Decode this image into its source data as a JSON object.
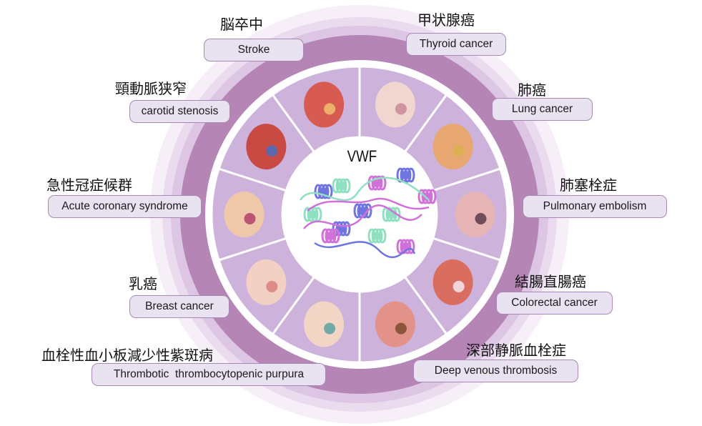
{
  "center": {
    "title": "VWF",
    "image": "protein-ribbon-structure"
  },
  "colors": {
    "ring_faint": "#f7eff8",
    "ring_light": "#eadbef",
    "ring_mid": "#dcc6e3",
    "ring_dark": "#b585b5",
    "wedge_fill": "#cdb2db",
    "label_bg": "#e8e2f1",
    "label_border": "#a889b5"
  },
  "diseases": [
    {
      "id": "stroke",
      "jp": "脳卒中",
      "en": "Stroke",
      "icon": "brain-icon"
    },
    {
      "id": "thyroid",
      "jp": "甲状腺癌",
      "en": "Thyroid cancer",
      "icon": "thyroid-icon"
    },
    {
      "id": "lung",
      "jp": "肺癌",
      "en": "Lung cancer",
      "icon": "lungs-icon"
    },
    {
      "id": "pe",
      "jp": "肺塞栓症",
      "en": "Pulmonary embolism",
      "icon": "pulmonary-artery-icon"
    },
    {
      "id": "colorectal",
      "jp": "結腸直腸癌",
      "en": "Colorectal cancer",
      "icon": "colon-icon"
    },
    {
      "id": "dvt",
      "jp": "深部静脈血栓症",
      "en": "Deep venous thrombosis",
      "icon": "leg-veins-icon"
    },
    {
      "id": "ttp",
      "jp": "血栓性血小板減少性紫斑病",
      "en": "Thrombotic  thrombocytopenic purpura",
      "icon": "skin-purpura-icon"
    },
    {
      "id": "breast",
      "jp": "乳癌",
      "en": "Breast cancer",
      "icon": "breast-icon"
    },
    {
      "id": "acs",
      "jp": "急性冠症候群",
      "en": "Acute coronary syndrome",
      "icon": "heart-icon"
    },
    {
      "id": "carotid",
      "jp": "頸動脈狭窄",
      "en": "carotid stenosis",
      "icon": "carotid-artery-icon"
    }
  ]
}
